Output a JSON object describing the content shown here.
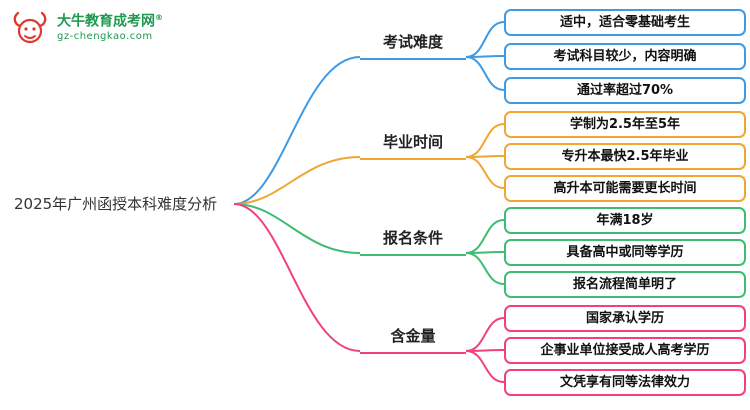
{
  "logo": {
    "title": "大牛教育成考网",
    "reg": "®",
    "domain": "gz-chengkao.com",
    "brand_green": "#1e9a4e",
    "brand_red": "#e2382c"
  },
  "root": {
    "label": "2025年广州函授本科难度分析"
  },
  "branches": [
    {
      "label": "考试难度",
      "color": "#3f9ae4",
      "children": [
        "适中，适合零基础考生",
        "考试科目较少，内容明确",
        "通过率超过70%"
      ]
    },
    {
      "label": "毕业时间",
      "color": "#f0a732",
      "children": [
        "学制为2.5年至5年",
        "专升本最快2.5年毕业",
        "高升本可能需要更长时间"
      ]
    },
    {
      "label": "报名条件",
      "color": "#3cbd72",
      "children": [
        "年满18岁",
        "具备高中或同等学历",
        "报名流程简单明了"
      ]
    },
    {
      "label": "含金量",
      "color": "#f2407e",
      "children": [
        "国家承认学历",
        "企事业单位接受成人高考学历",
        "文凭享有同等法律效力"
      ]
    }
  ]
}
